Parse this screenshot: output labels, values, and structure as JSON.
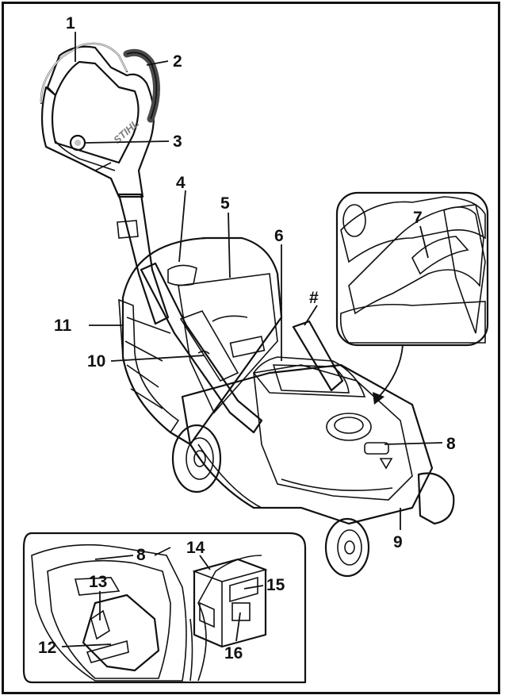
{
  "colors": {
    "outline": "#111111",
    "body_gray": "#7d7d7d",
    "light_gray": "#c4c4c4",
    "dark_gray": "#4a4a4a",
    "pale": "#e6e6e6"
  },
  "brand_mark": "STIHL",
  "callouts": [
    {
      "id": "c1",
      "text": "1"
    },
    {
      "id": "c2",
      "text": "2"
    },
    {
      "id": "c3",
      "text": "3"
    },
    {
      "id": "c4",
      "text": "4"
    },
    {
      "id": "c5",
      "text": "5"
    },
    {
      "id": "c6",
      "text": "6"
    },
    {
      "id": "c7",
      "text": "7"
    },
    {
      "id": "c8",
      "text": "8"
    },
    {
      "id": "c9",
      "text": "9"
    },
    {
      "id": "c10",
      "text": "10"
    },
    {
      "id": "c11",
      "text": "11"
    },
    {
      "id": "c12",
      "text": "12"
    },
    {
      "id": "c13",
      "text": "13"
    },
    {
      "id": "c14",
      "text": "14"
    },
    {
      "id": "c15",
      "text": "15"
    },
    {
      "id": "c16",
      "text": "16"
    },
    {
      "id": "c8b",
      "text": "8"
    },
    {
      "id": "chash",
      "text": "#"
    }
  ]
}
